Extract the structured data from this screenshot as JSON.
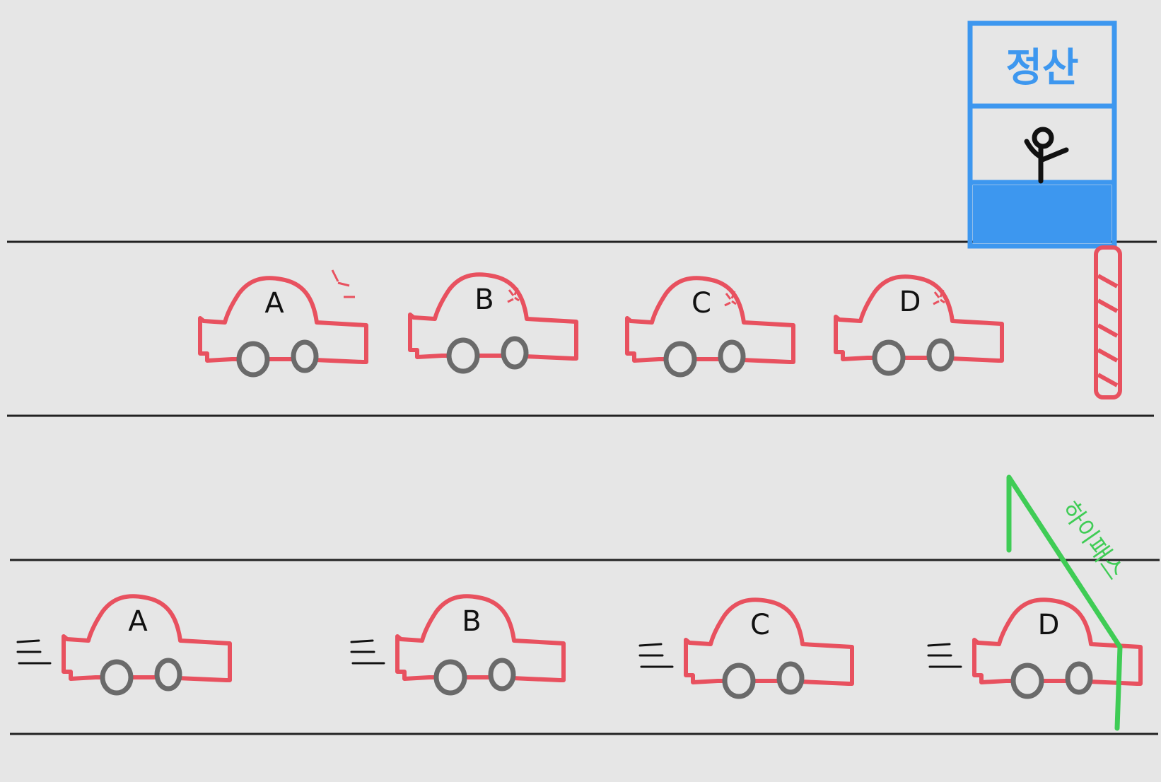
{
  "booth": {
    "sign_text": "정산",
    "colors": {
      "booth": "#3d97ef",
      "person": "#111111"
    }
  },
  "top_lane": {
    "description_shape": "cars waiting at closed gate",
    "cars": [
      {
        "label": "A"
      },
      {
        "label": "B"
      },
      {
        "label": "C"
      },
      {
        "label": "D"
      }
    ]
  },
  "bottom_lane": {
    "cars": [
      {
        "label": "A"
      },
      {
        "label": "B"
      },
      {
        "label": "C"
      },
      {
        "label": "D"
      }
    ],
    "hipass_text": "하이패스"
  },
  "colors": {
    "car": "#e8515f",
    "wheel": "#6a6a6a",
    "road_line": "#222222",
    "gate_stripe": "#e8515f",
    "hipass": "#3fcc55",
    "anger": "#e8515f"
  }
}
